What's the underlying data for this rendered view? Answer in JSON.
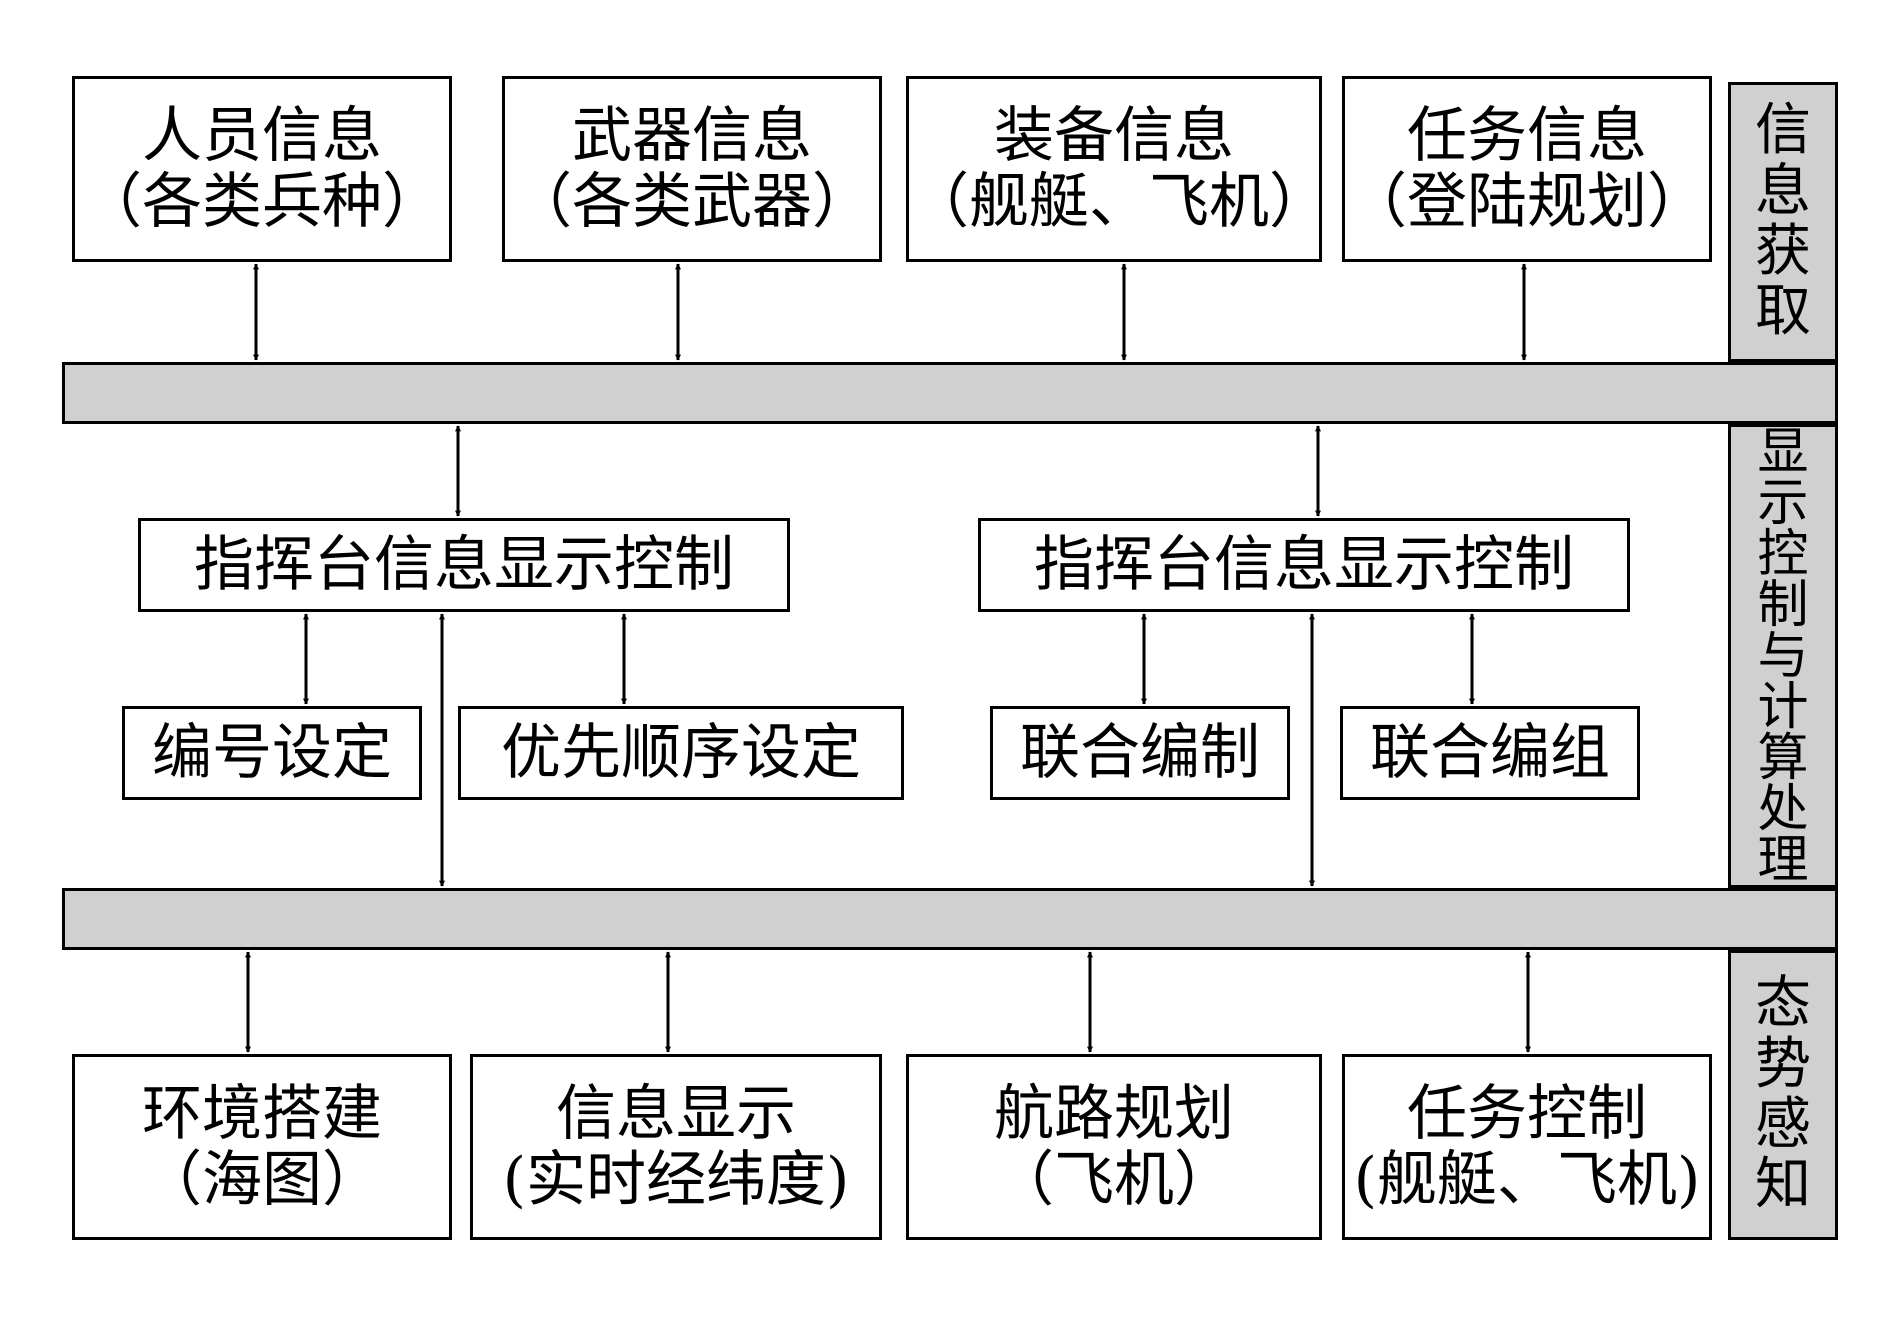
{
  "top_boxes": [
    {
      "line1": "人员信息",
      "line2": "（各类兵种）"
    },
    {
      "line1": "武器信息",
      "line2": "（各类武器）"
    },
    {
      "line1": "装备信息",
      "line2": "（舰艇、飞机）"
    },
    {
      "line1": "任务信息",
      "line2": "（登陆规划）"
    }
  ],
  "middle": {
    "left_control": "指挥台信息显示控制",
    "right_control": "指挥台信息显示控制",
    "numbering": "编号设定",
    "priority": "优先顺序设定",
    "joint_formation": "联合编制",
    "joint_grouping": "联合编组"
  },
  "bottom_boxes": [
    {
      "line1": "环境搭建",
      "line2": "（海图）"
    },
    {
      "line1": "信息显示",
      "line2": "(实时经纬度)"
    },
    {
      "line1": "航路规划",
      "line2": "（飞机）"
    },
    {
      "line1": "任务控制",
      "line2": "(舰艇、飞机)"
    }
  ],
  "side_labels": {
    "acquisition": [
      "信",
      "息",
      "获",
      "取"
    ],
    "processing": [
      "显",
      "示",
      "控",
      "制",
      "与",
      "计",
      "算",
      "处",
      "理"
    ],
    "awareness": [
      "态",
      "势",
      "感",
      "知"
    ]
  }
}
